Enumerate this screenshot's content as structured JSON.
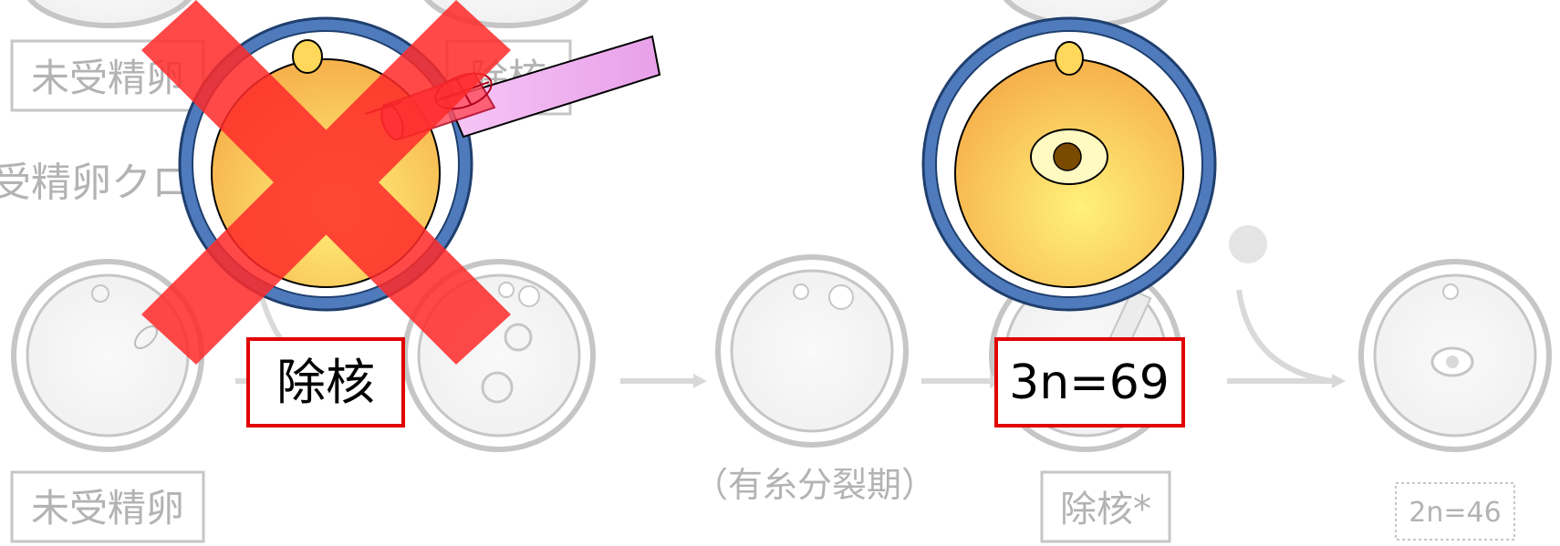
{
  "background_labels": {
    "top_unfertilized": "未受精卵",
    "top_enucleation": "除核",
    "section_heading": "受精卵クロ",
    "bottom_unfertilized": "未受精卵",
    "mitotic_phase": "（有糸分裂期）",
    "bottom_enucleation": "除核*",
    "diploid": "2n=46"
  },
  "callouts": {
    "enucleation": "除核",
    "triploid": "3n=69"
  },
  "colors": {
    "zona_blue": "#4f7bbd",
    "cytoplasm_light": "#fff27a",
    "cytoplasm_dark": "#f6b04b",
    "pipette": "#f2b6f2",
    "cross_red": "#ff2a2a",
    "callout_border": "#e00000",
    "nucleus_brown": "#7a4a00"
  },
  "icons": {
    "reject": "red-x-mark-icon"
  }
}
